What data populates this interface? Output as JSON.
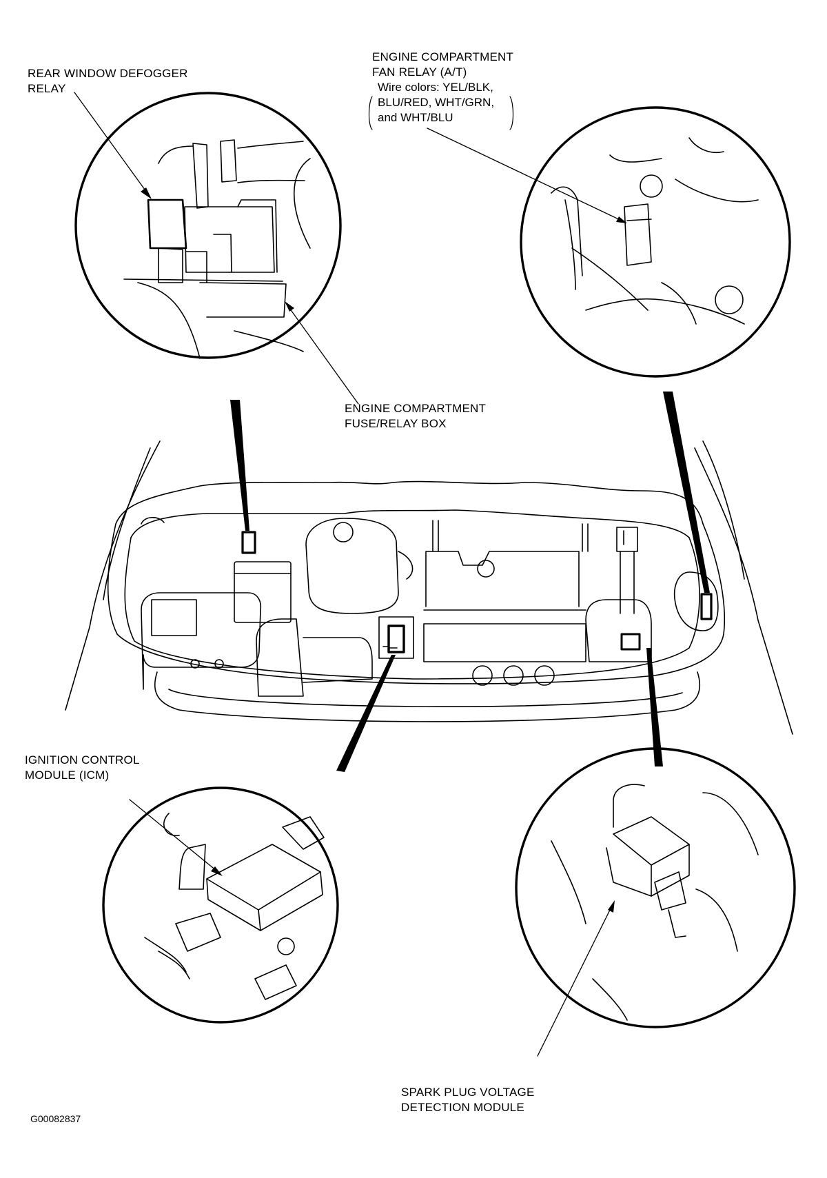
{
  "figure": {
    "id": "G00082837",
    "ink_color": "#000000",
    "background_color": "#ffffff"
  },
  "callouts": {
    "rear_defogger_relay": {
      "lines": [
        "REAR WINDOW DEFOGGER",
        "RELAY"
      ]
    },
    "fan_relay": {
      "lines": [
        "ENGINE COMPARTMENT",
        "FAN RELAY (A/T)"
      ],
      "note_lines": [
        "Wire colors: YEL/BLK,",
        "BLU/RED, WHT/GRN,",
        "and WHT/BLU"
      ]
    },
    "fuse_relay_box": {
      "lines": [
        "ENGINE COMPARTMENT",
        "FUSE/RELAY BOX"
      ]
    },
    "icm": {
      "lines": [
        "IGNITION CONTROL",
        "MODULE (ICM)"
      ]
    },
    "spark_plug_module": {
      "lines": [
        "SPARK PLUG VOLTAGE",
        "DETECTION MODULE"
      ]
    }
  }
}
